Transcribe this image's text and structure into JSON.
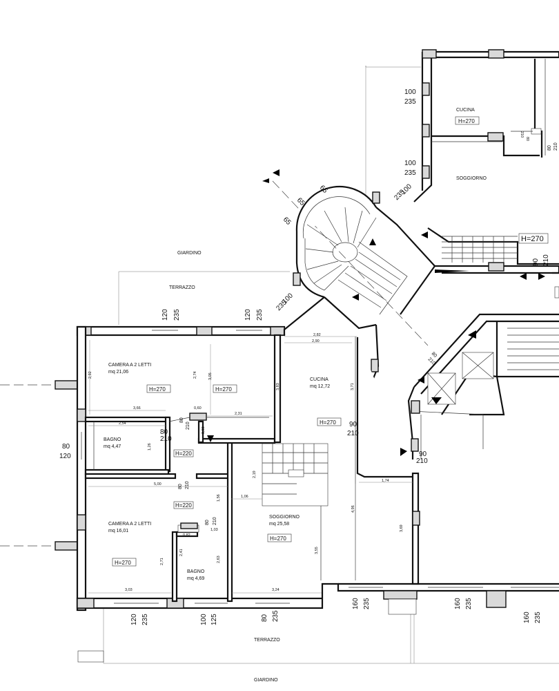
{
  "rooms": {
    "giardino_top": "GIARDINO",
    "terrazzo_top": "TERRAZZO",
    "cucina_upper": "CUCINA",
    "soggiorno_upper": "SOGGIORNO",
    "camera1": "CAMERA A 2 LETTI",
    "camera1_area": "mq  21,06",
    "bagno1": "BAGNO",
    "bagno1_area": "mq  4,47",
    "camera2": "CAMERA A 2 LETTI",
    "camera2_area": "mq  16,01",
    "bagno2": "BAGNO",
    "bagno2_area": "mq  4,69",
    "cucina": "CUCINA",
    "cucina_area": "mq  12,72",
    "soggiorno": "SOGGIORNO",
    "soggiorno_area": "mq  25,58",
    "terrazzo_bottom": "TERRAZZO",
    "giardino_bottom": "GIARDINO"
  },
  "heights": {
    "cucina_upper": "H=270",
    "stair_upper": "H=270",
    "camera1": "H=270",
    "camera1_b": "H=270",
    "bagno1": "H=220",
    "camera2_top": "H=220",
    "camera2": "H=270",
    "cucina": "H=270",
    "soggiorno": "H=270"
  },
  "openings": {
    "w1": [
      "100",
      "235"
    ],
    "w2": [
      "100",
      "235"
    ],
    "w3": [
      "100",
      "235"
    ],
    "w4": [
      "100",
      "235"
    ],
    "w5": [
      "120",
      "235"
    ],
    "w6": [
      "120",
      "235"
    ],
    "w7": [
      "80",
      "120"
    ],
    "w8": [
      "120",
      "235"
    ],
    "w9": [
      "100",
      "125"
    ],
    "w10": [
      "80",
      "235"
    ],
    "w11": [
      "160",
      "235"
    ],
    "w12": [
      "160",
      "235"
    ],
    "w13": [
      "160",
      "235"
    ],
    "d_kitchen": [
      "90",
      "210"
    ],
    "d_entry": [
      "90",
      "210"
    ],
    "d_stair": [
      "90",
      "210"
    ],
    "arc1": "65",
    "arc2": "65",
    "arc3": "65"
  },
  "small_doors": {
    "bagno1": [
      "80",
      "210"
    ],
    "bagno2": [
      "80",
      "210"
    ],
    "hall1": [
      "80",
      "210"
    ],
    "hall2": [
      "80",
      "210"
    ],
    "kitchen_upper_a": [
      "80",
      "210"
    ],
    "kitchen_upper_b": [
      "80",
      "210"
    ],
    "lift": [
      "80",
      "210"
    ]
  },
  "dimensions": {
    "d_282": "2,82",
    "d_290": "2,90",
    "d_292": "2,92",
    "d_274": "2,74",
    "d_305": "3,05",
    "d_383": "3,83",
    "d_371": "3,71",
    "d_366": "3,66",
    "d_254": "2,54",
    "d_060": "0,60",
    "d_086": "0,86",
    "d_231": "2,31",
    "d_126": "1,26",
    "d_500": "5,00",
    "d_219": "2,19",
    "d_174": "1,74",
    "d_156": "1,56",
    "d_106": "1,06",
    "d_496": "4,96",
    "d_082": "0,82",
    "d_103": "1,03",
    "d_271": "2,71",
    "d_241": "2,41",
    "d_263": "2,63",
    "d_355": "3,55",
    "d_369": "3,69",
    "d_303": "3,03",
    "d_324": "3,24"
  }
}
